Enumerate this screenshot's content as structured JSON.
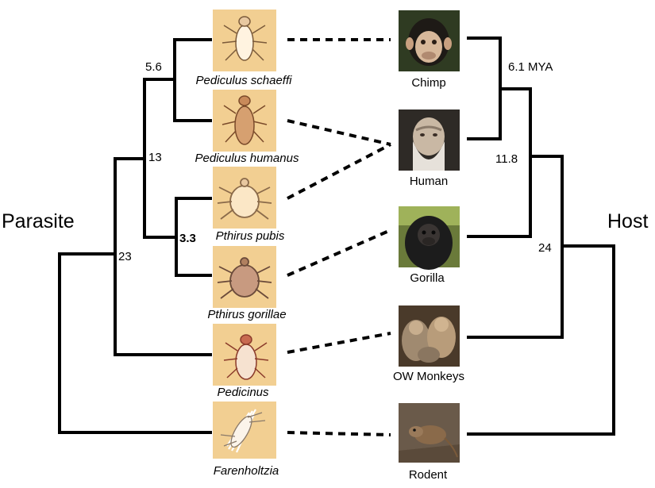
{
  "side_labels": {
    "parasite": "Parasite",
    "host": "Host"
  },
  "parasites": [
    {
      "name": "Pediculus schaeffi",
      "icon": "louse-icon"
    },
    {
      "name": "Pediculus humanus",
      "icon": "louse-icon"
    },
    {
      "name": "Pthirus pubis",
      "icon": "crab-louse-icon"
    },
    {
      "name": "Pthirus gorillae",
      "icon": "crab-louse-icon"
    },
    {
      "name": "Pedicinus",
      "icon": "louse-icon"
    },
    {
      "name": "Farenholtzia",
      "icon": "mite-icon"
    }
  ],
  "hosts": [
    {
      "name": "Chimp",
      "icon": "chimp-photo"
    },
    {
      "name": "Human",
      "icon": "human-photo"
    },
    {
      "name": "Gorilla",
      "icon": "gorilla-photo"
    },
    {
      "name": "OW Monkeys",
      "icon": "monkey-photo"
    },
    {
      "name": "Rodent",
      "icon": "rodent-photo"
    }
  ],
  "parasite_nodes": [
    {
      "label": "5.6"
    },
    {
      "label": "13"
    },
    {
      "label": "3.3"
    },
    {
      "label": "23"
    }
  ],
  "host_nodes": [
    {
      "label": "6.1 MYA"
    },
    {
      "label": "11.8"
    },
    {
      "label": "24"
    }
  ],
  "colors": {
    "line": "#000000",
    "parasite_bg": "#f2cf92",
    "host_frame": "#3a3a3a"
  }
}
